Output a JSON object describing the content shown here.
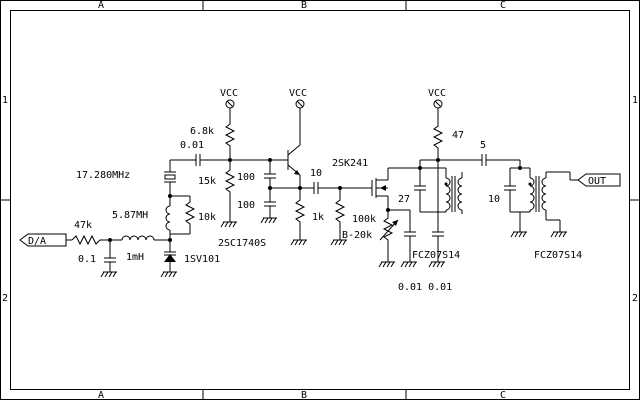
{
  "frame": {
    "columns": [
      "A",
      "B",
      "C"
    ],
    "rows": [
      "1",
      "2"
    ]
  },
  "power": {
    "vcc1": "VCC",
    "vcc2": "VCC",
    "vcc3": "VCC"
  },
  "ports": {
    "input": "D/A",
    "output": "OUT"
  },
  "labels": {
    "r_6k8": "6.8k",
    "c_001_a": "0.01",
    "crystal": "17.280MHz",
    "r_15k": "15k",
    "c_100_a": "100",
    "c_100_b": "100",
    "c_10_a": "10",
    "ind_587": "5.87MH",
    "r_10k": "10k",
    "r_47k": "47k",
    "ind_1mh": "1mH",
    "c_01": "0.1",
    "transistor": "2SC1740S",
    "varicap": "1SV101",
    "r_1k": "1k",
    "fet": "2SK241",
    "r_100k": "100k",
    "pot": "B-20k",
    "c_27": "27",
    "r_47": "47",
    "c_5": "5",
    "c_10_b": "10",
    "filter1": "FCZ07S14",
    "filter2": "FCZ07S14",
    "c_001_b": "0.01 0.01"
  }
}
